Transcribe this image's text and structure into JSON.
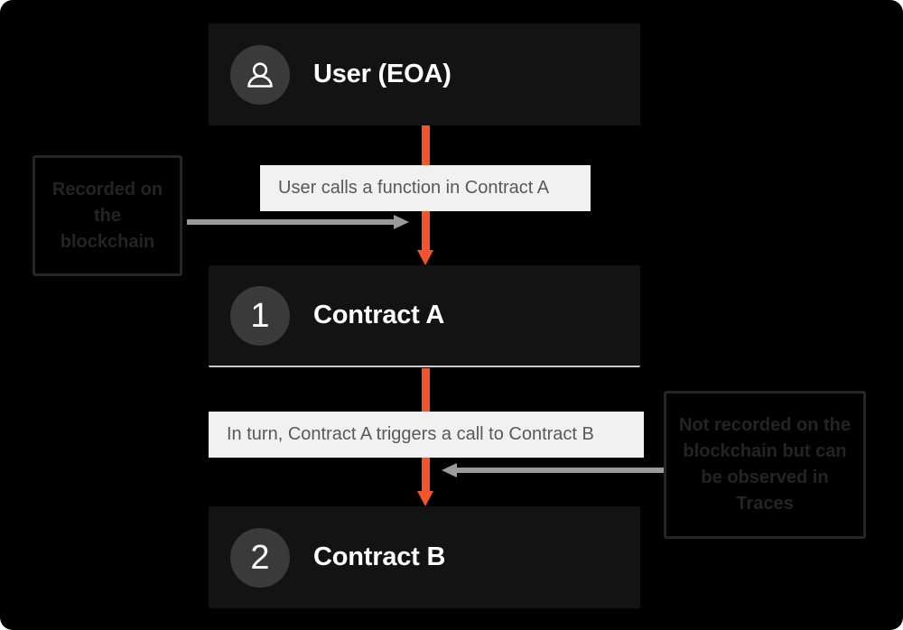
{
  "diagram": {
    "title": "Contract call flow",
    "colors": {
      "canvas_background": "#000000",
      "node_background": "#131313",
      "node_text": "#ffffff",
      "badge_background": "#3a3a3a",
      "flow_arrow": "#f4542b",
      "note_arrow": "#9b9b9b",
      "caption_background": "#f1f1f1",
      "caption_text": "#595959",
      "note_border": "#262626",
      "note_text": "#242424"
    },
    "nodes": [
      {
        "id": "user",
        "badge": "person-icon",
        "label": "User (EOA)"
      },
      {
        "id": "contract-a",
        "badge": "1",
        "label": "Contract A"
      },
      {
        "id": "contract-b",
        "badge": "2",
        "label": "Contract B"
      }
    ],
    "captions": [
      {
        "id": "caption-1",
        "text": "User calls a function in Contract A"
      },
      {
        "id": "caption-2",
        "text": "In turn, Contract A triggers a call to Contract B"
      }
    ],
    "notes": [
      {
        "id": "note-left",
        "text": "Recorded on the blockchain",
        "points_to": "contract-a"
      },
      {
        "id": "note-right",
        "text": "Not recorded on the blockchain but can be observed in Traces",
        "points_to": "contract-b"
      }
    ],
    "flow_arrows": [
      {
        "id": "arrow-user-a",
        "from": "user",
        "to": "contract-a",
        "direction": "down"
      },
      {
        "id": "arrow-a-b",
        "from": "contract-a",
        "to": "contract-b",
        "direction": "down"
      }
    ]
  }
}
